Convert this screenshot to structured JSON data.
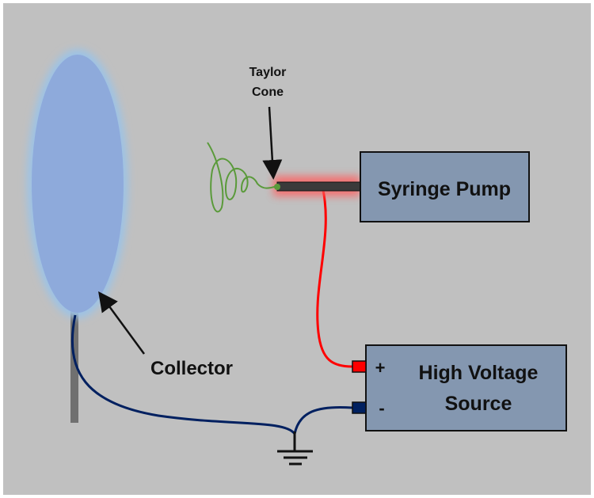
{
  "labels": {
    "taylor_cone_line1": "Taylor",
    "taylor_cone_line2": "Cone",
    "syringe_pump": "Syringe Pump",
    "hv_line1": "High Voltage",
    "hv_line2": "Source",
    "plus": "+",
    "minus": "-",
    "collector": "Collector"
  },
  "colors": {
    "background": "#c0c0c0",
    "box_fill": "#8497b0",
    "collector_fill": "#8eaadb",
    "positive_wire": "#ff0000",
    "negative_wire": "#002060",
    "jet": "#5a9a3a"
  }
}
